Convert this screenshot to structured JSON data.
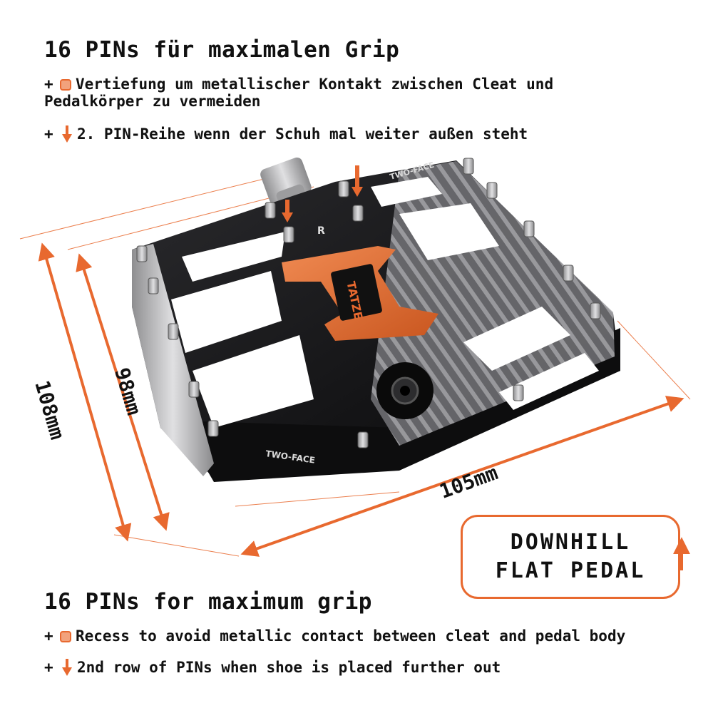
{
  "german": {
    "heading": "16 PINs für maximalen Grip",
    "bullet_recess_line1": "Vertiefung um metallischer Kontakt zwischen Cleat und",
    "bullet_recess_line2": "Pedalkörper zu vermeiden",
    "bullet_row": "2. PIN-Reihe wenn der Schuh mal weiter außen steht"
  },
  "english": {
    "heading": "16 PINs for maximum grip",
    "bullet_recess": "Recess to avoid metallic contact between cleat and pedal body",
    "bullet_row": "2nd row of PINs when shoe is placed further out"
  },
  "bullet_prefix": "+",
  "dimensions": {
    "length": "108mm",
    "inner_length": "98mm",
    "width": "105mm"
  },
  "badge": {
    "line1": "DOWNHILL",
    "line2": "FLAT PEDAL"
  },
  "pedal_labels": {
    "model_top": "TWO-FACE",
    "model_front": "TWO-FACE",
    "side_mark": "R",
    "brand": "TATZE"
  },
  "colors": {
    "accent": "#e8692f",
    "recess_fill": "#f2a27c",
    "pedal_body": "#1c1c1e",
    "metal": "#b9b9bb"
  },
  "icons": {
    "recess_marker": "orange-square-icon",
    "row_marker": "orange-down-arrow-icon"
  }
}
